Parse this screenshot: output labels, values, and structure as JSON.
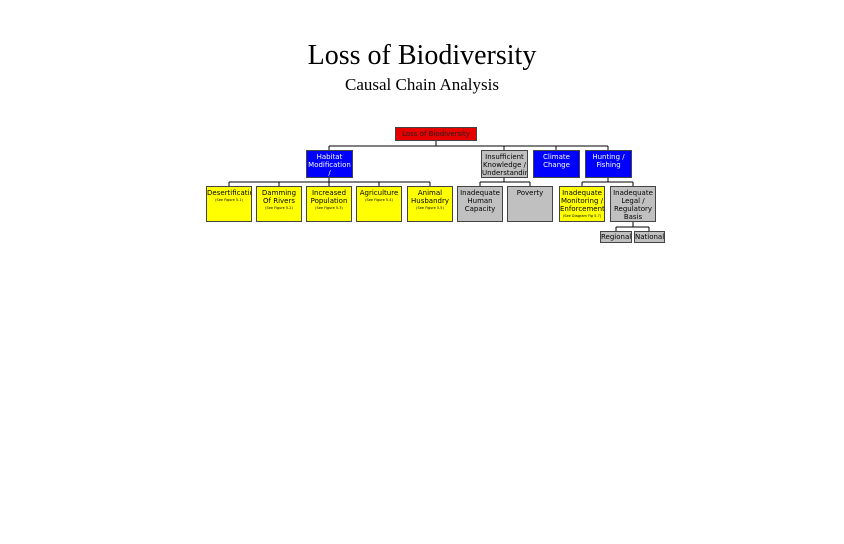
{
  "title": "Loss of Biodiversity",
  "subtitle": "Causal Chain Analysis",
  "colors": {
    "red": "#e60000",
    "blue": "#0000ff",
    "gray": "#c0c0c0",
    "yellow": "#ffff00",
    "line": "#000000"
  },
  "nodes": {
    "root": {
      "label": "Loss of Biodiversity"
    },
    "habitat": {
      "label": "Habitat Modification / Destruction"
    },
    "knowledge": {
      "label": "Insufficient Knowledge / Understanding"
    },
    "climate": {
      "label": "Climate Change"
    },
    "hunting": {
      "label": "Hunting / Fishing"
    },
    "desertification": {
      "label": "Desertification",
      "ref": "(See Figure 5.1)"
    },
    "damming": {
      "label": "Damming Of Rivers",
      "ref": "(See Figure 5.2)"
    },
    "population": {
      "label": "Increased Population",
      "ref": "(See Figure 5.3)"
    },
    "agriculture": {
      "label": "Agriculture",
      "ref": "(See Figure 5.4)"
    },
    "husbandry": {
      "label": "Animal Husbandry",
      "ref": "(See Figure 5.5)"
    },
    "capacity": {
      "label": "Inadequate Human Capacity"
    },
    "poverty": {
      "label": "Poverty"
    },
    "monitoring": {
      "label": "Inadequate Monitoring / Enforcement",
      "ref": "(See Diagram Fig 5.7)"
    },
    "legal": {
      "label": "Inadequate Legal / Regulatory Basis"
    },
    "regional": {
      "label": "Regional"
    },
    "national": {
      "label": "National"
    }
  }
}
